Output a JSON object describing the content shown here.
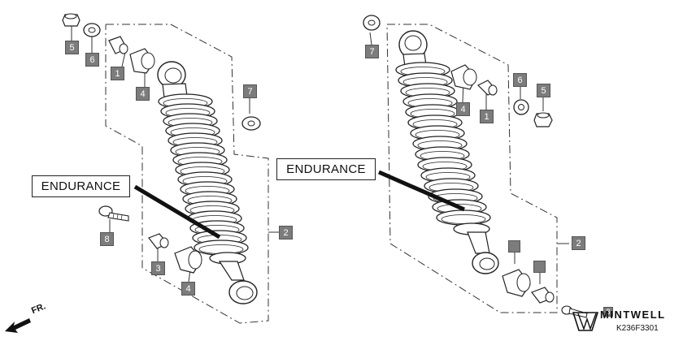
{
  "callouts": {
    "left": {
      "c1": "1",
      "c3": "3",
      "c4a": "4",
      "c4b": "4",
      "c5": "5",
      "c6": "6",
      "c7": "7",
      "c8": "8",
      "c2": "2"
    },
    "right": {
      "c7": "7",
      "c4": "4",
      "c1": "1",
      "c6": "6",
      "c5": "5",
      "c2": "2",
      "c8": "8"
    }
  },
  "labels": {
    "left_brand": "ENDURANCE",
    "right_brand": "ENDURANCE",
    "front_arrow": "FR."
  },
  "watermark": {
    "name": "MINTWELL",
    "code": "K236F3301"
  },
  "icons": [
    "front-arrow-icon",
    "mintwell-logo-icon"
  ]
}
